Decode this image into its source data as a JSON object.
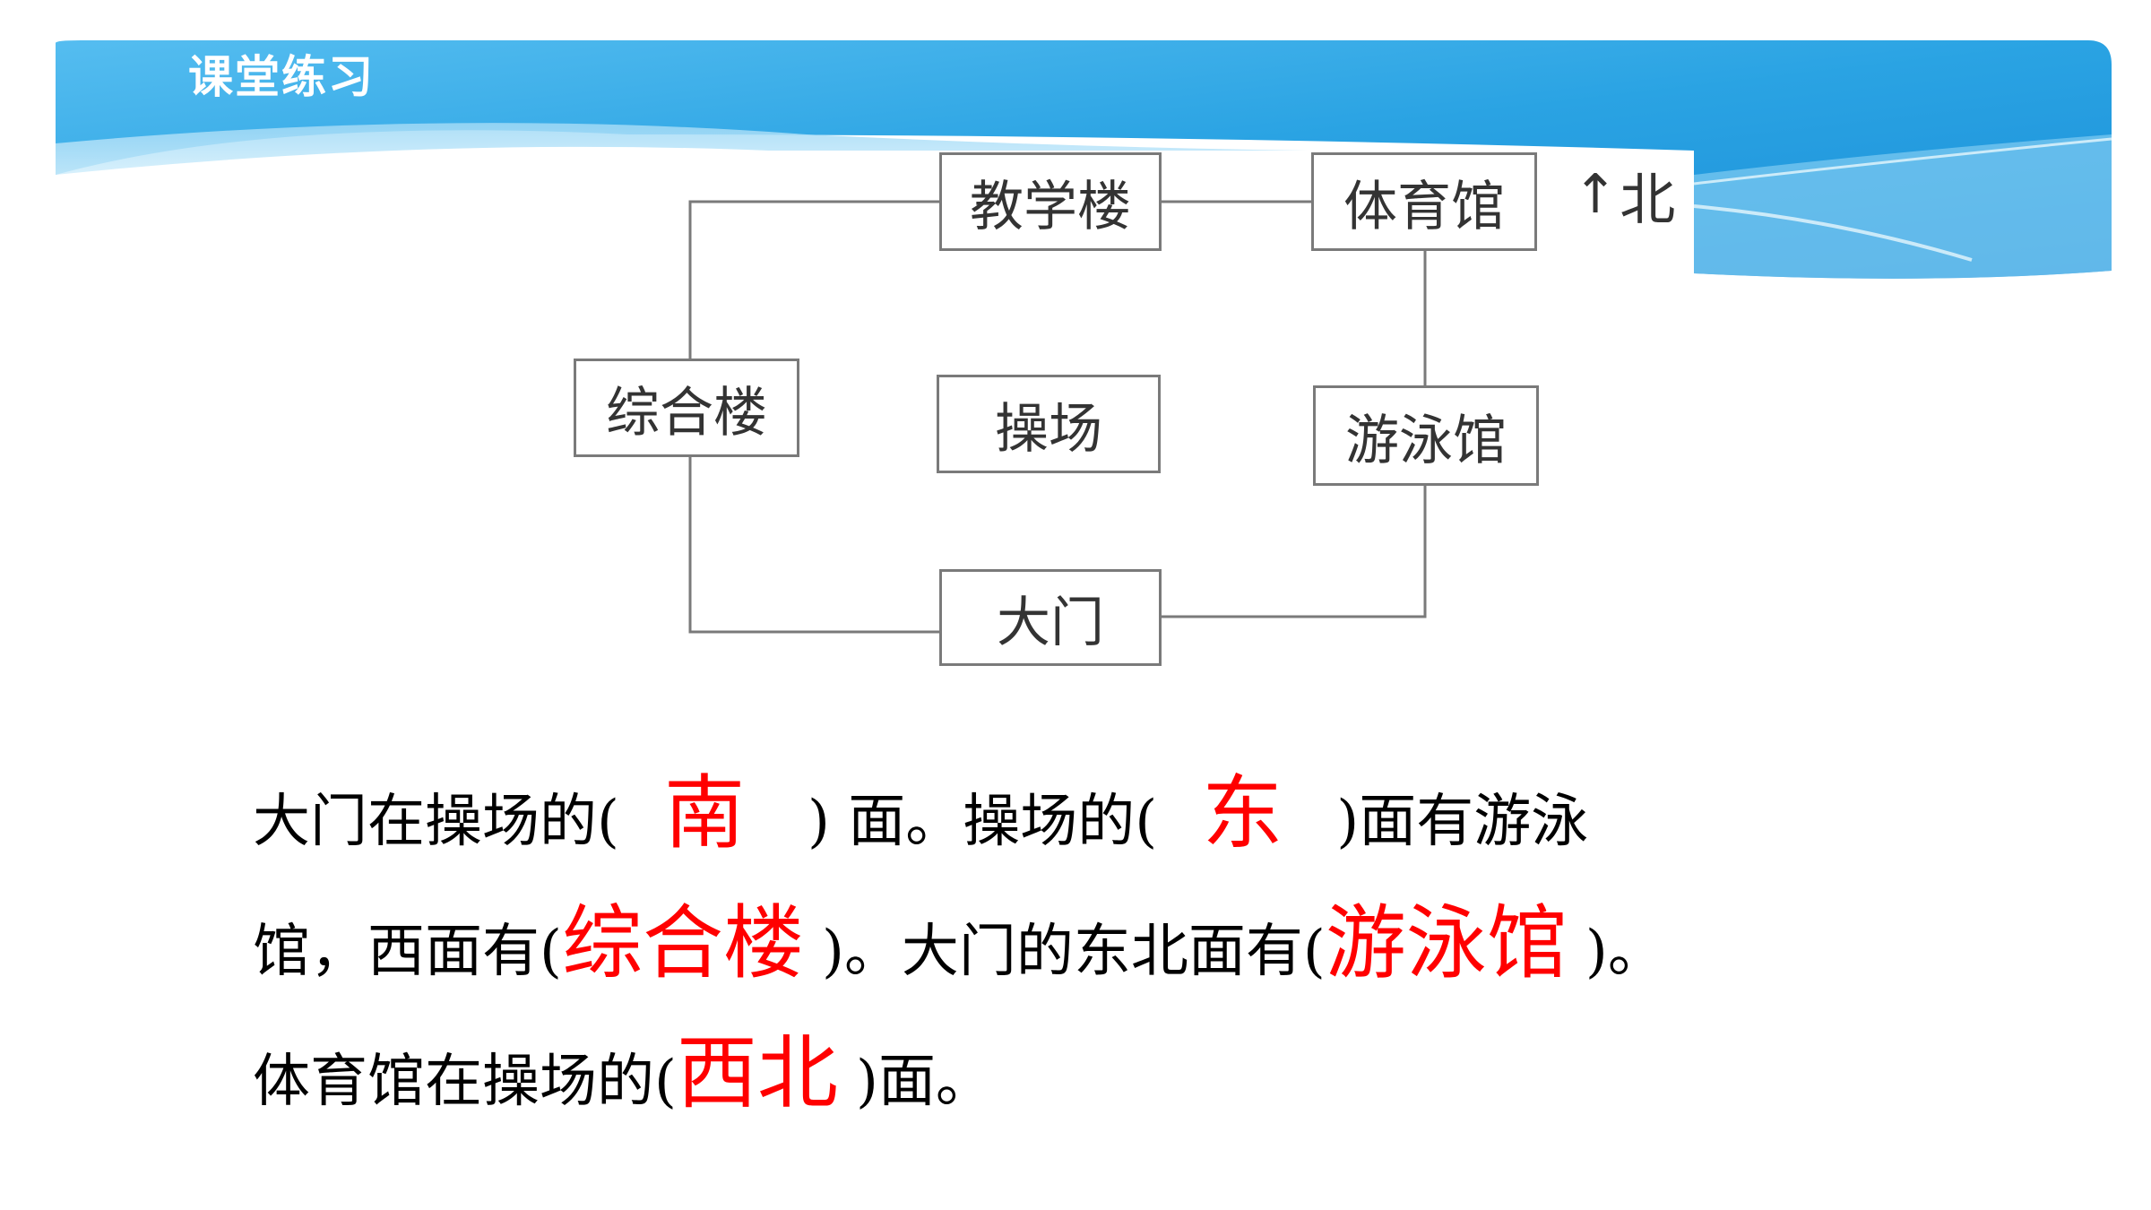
{
  "header": {
    "title": "课堂练习",
    "colors": {
      "banner_light": "#bfe6f8",
      "banner_mid": "#3fb2ea",
      "banner_dark": "#1a8fd6"
    }
  },
  "diagram": {
    "buildings": {
      "teaching": "教学楼",
      "gym": "体育馆",
      "complex": "综合楼",
      "playground": "操场",
      "pool": "游泳馆",
      "gate": "大门"
    },
    "north_arrow": "↑",
    "north_label": "北"
  },
  "question": {
    "lines": [
      [
        "大门在操场的(",
        "南",
        ") 面。操场的(",
        "东",
        ")面有游泳"
      ],
      [
        "馆，西面有(",
        "综合楼",
        ")。大门的东北面有(",
        "游泳馆",
        ")。"
      ],
      [
        "体育馆在操场的(",
        "西北",
        ")面。"
      ]
    ],
    "answer_color": "#ff0000"
  }
}
